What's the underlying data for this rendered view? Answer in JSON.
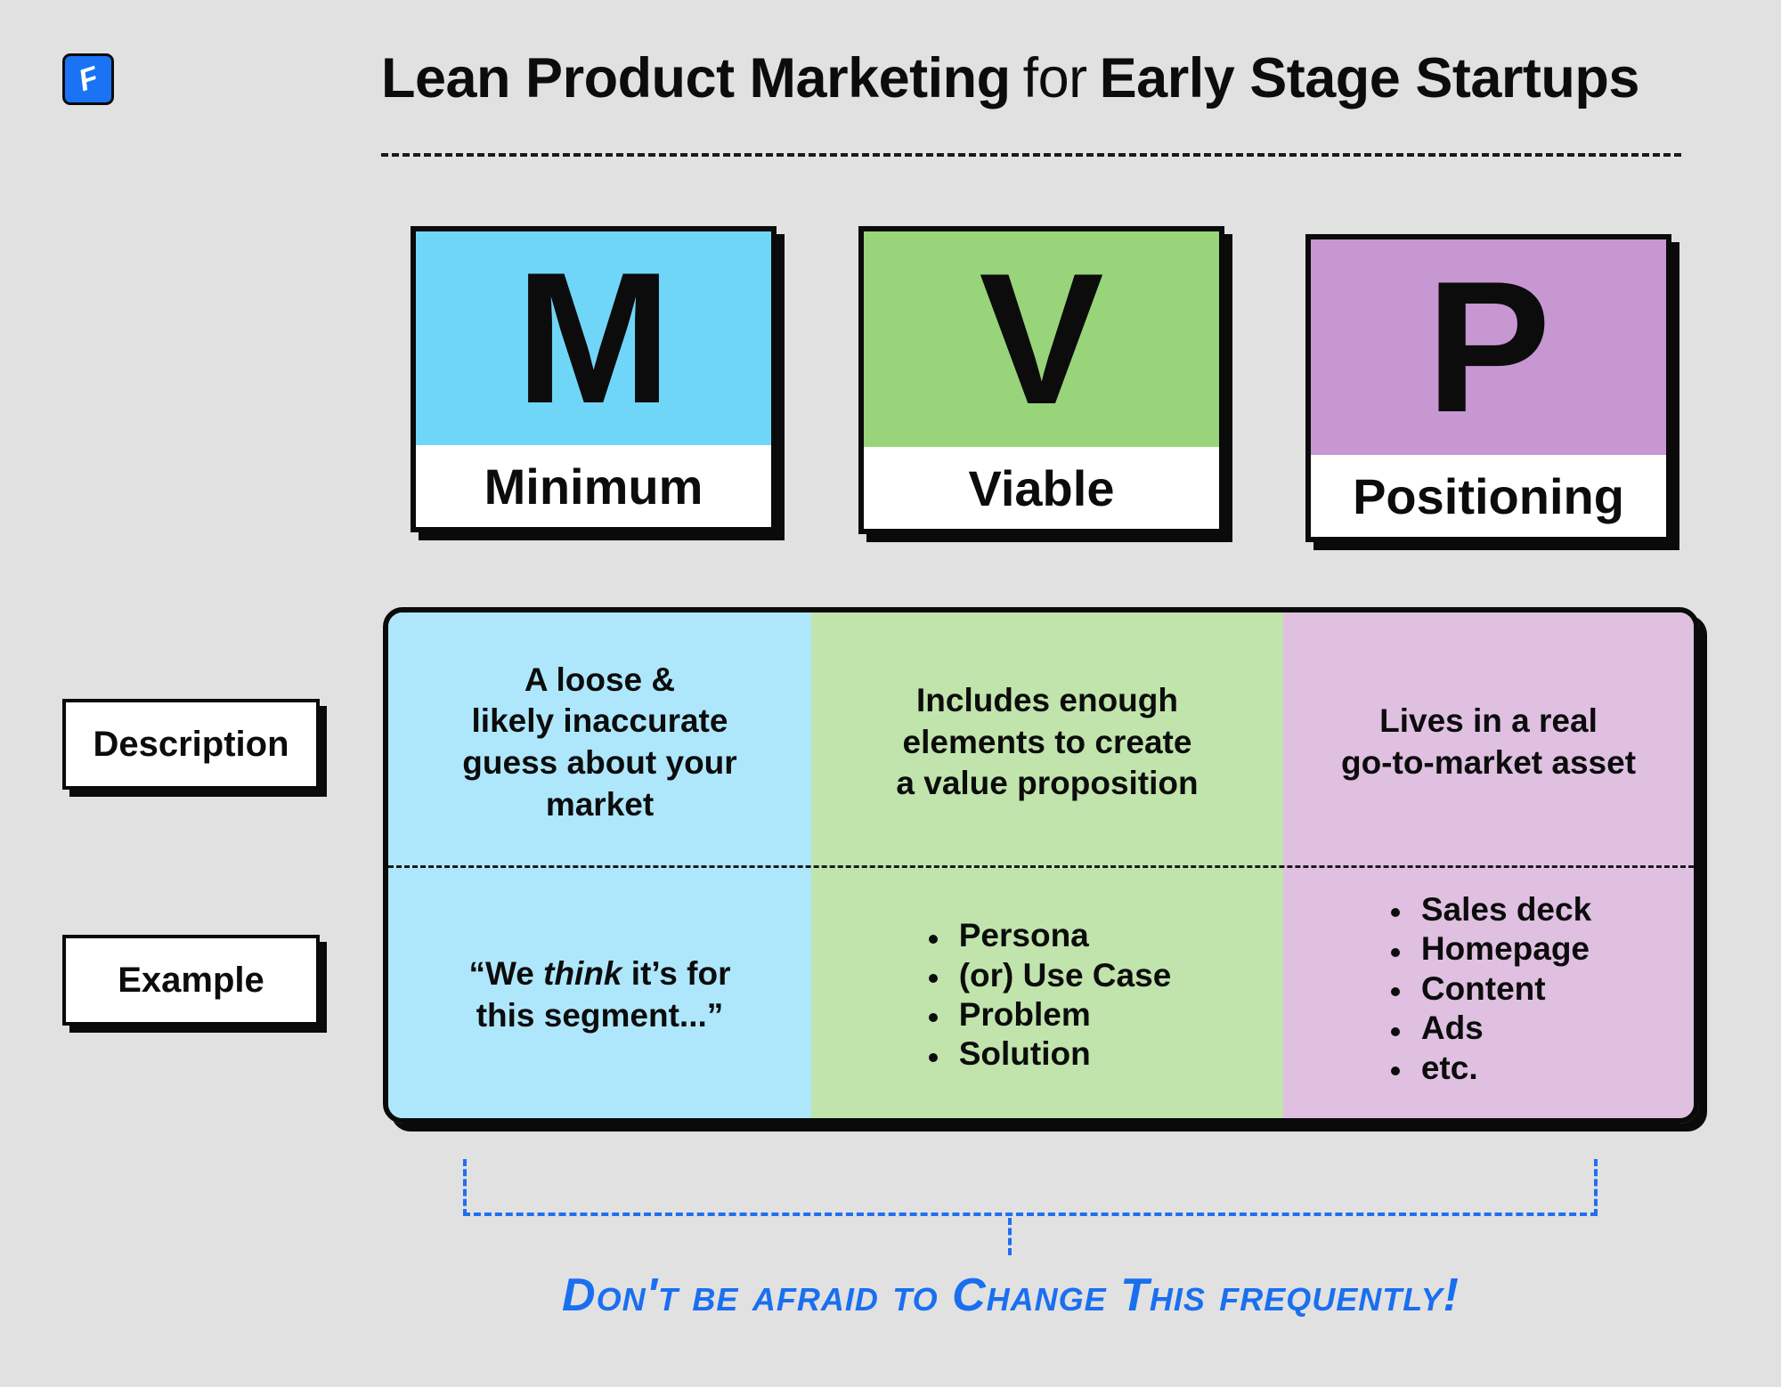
{
  "logo": {
    "glyph": "F"
  },
  "header": {
    "title_left": "Lean Product Marketing",
    "title_for": "for",
    "title_right": "Early Stage Startups"
  },
  "mvp": [
    {
      "letter": "M",
      "word": "Minimum",
      "color": "#70d6f8"
    },
    {
      "letter": "V",
      "word": "Viable",
      "color": "#98d479"
    },
    {
      "letter": "P",
      "word": "Positioning",
      "color": "#c797d2"
    }
  ],
  "rows": {
    "description_label": "Description",
    "example_label": "Example"
  },
  "minimum": {
    "description": [
      "A loose &",
      "likely inaccurate",
      "guess about your",
      "market"
    ],
    "example_open": "“We ",
    "example_emph": "think",
    "example_mid": " it’s for",
    "example_line2": "this segment...”"
  },
  "viable": {
    "description": [
      "Includes enough",
      "elements to create",
      "a value proposition"
    ],
    "example": [
      "Persona",
      "(or) Use Case",
      "Problem",
      "Solution"
    ]
  },
  "positioning": {
    "description": [
      "Lives in a real",
      "go-to-market asset"
    ],
    "example": [
      "Sales deck",
      "Homepage",
      "Content",
      "Ads",
      "etc."
    ]
  },
  "footer": {
    "note": "Don't be afraid to Change This frequently!"
  },
  "colors": {
    "background": "#e1e1e1",
    "accent_blue": "#1a6ff0",
    "minimum_light": "#aee7fb",
    "viable_light": "#c0e4ac",
    "positioning_light": "#dfc0e1"
  }
}
